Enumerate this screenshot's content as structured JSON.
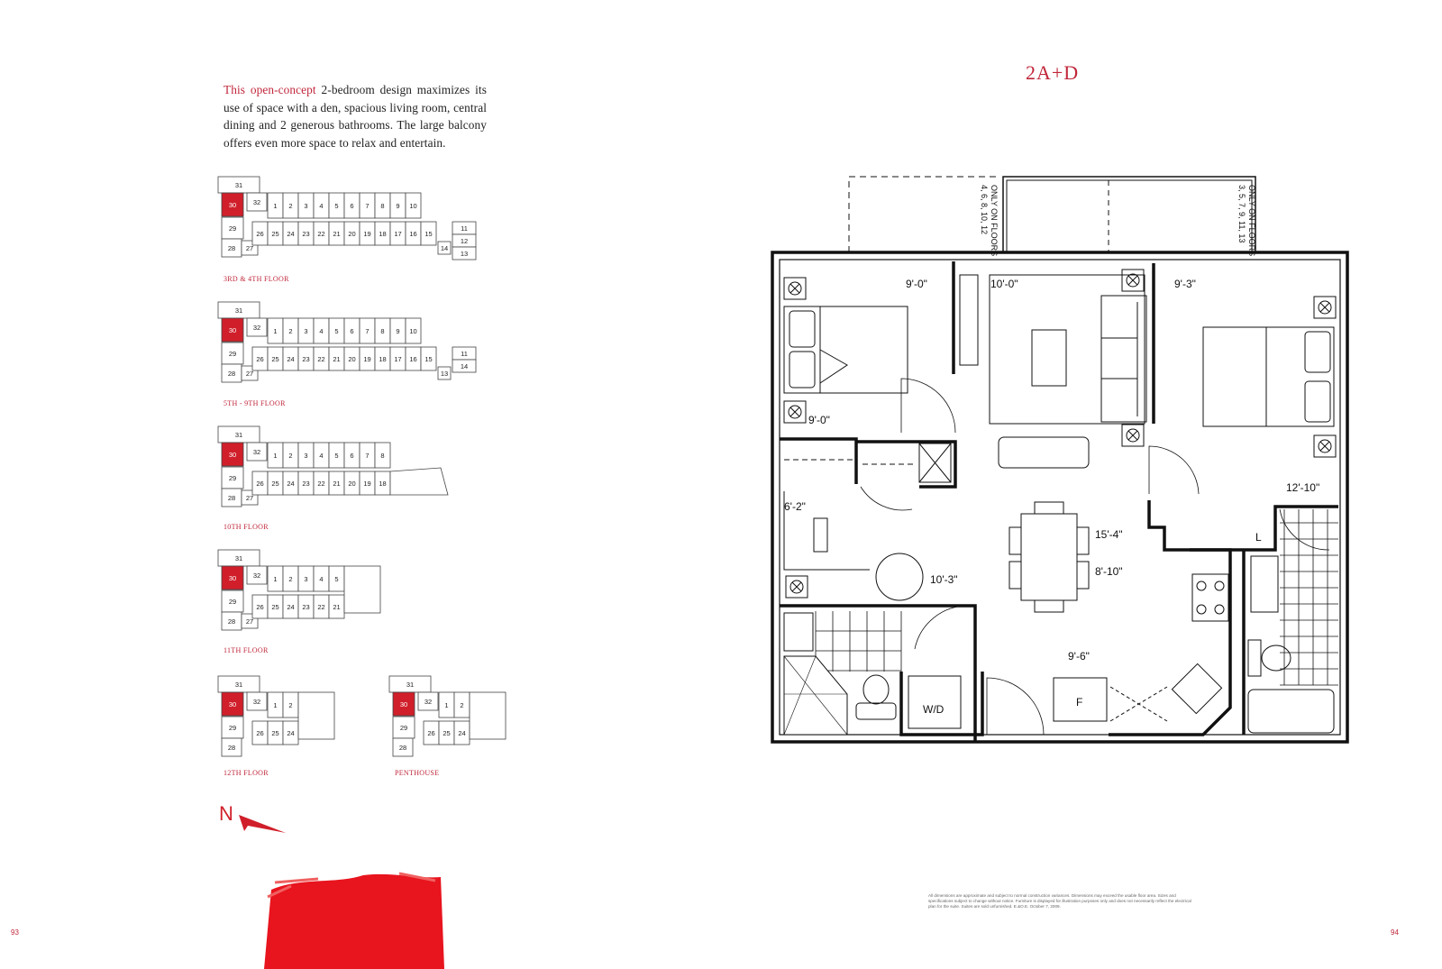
{
  "description": {
    "lead": "This open-concept",
    "body": " 2-bedroom design maximizes its use of space with a den, spacious living room, central dining and 2 generous bathrooms. The large balcony offers even more space to relax and entertain."
  },
  "suite_title": "2A+D",
  "highlighted_unit": "30",
  "accent_color": "#d01f2a",
  "key_plans": [
    {
      "label": "3RD & 4TH FLOOR",
      "top_units": [
        "1",
        "2",
        "3",
        "4",
        "5",
        "6",
        "7",
        "8",
        "9",
        "10"
      ],
      "bottom_units": [
        "26",
        "25",
        "24",
        "23",
        "22",
        "21",
        "20",
        "19",
        "18",
        "17",
        "16",
        "15"
      ],
      "tail_units": [
        "11",
        "12",
        "14",
        "13"
      ]
    },
    {
      "label": "5TH - 9TH FLOOR",
      "top_units": [
        "1",
        "2",
        "3",
        "4",
        "5",
        "6",
        "7",
        "8",
        "9",
        "10"
      ],
      "bottom_units": [
        "26",
        "25",
        "24",
        "23",
        "22",
        "21",
        "20",
        "19",
        "18",
        "17",
        "16",
        "15"
      ],
      "tail_units": [
        "11",
        "14",
        "13"
      ]
    },
    {
      "label": "10TH FLOOR",
      "top_units": [
        "1",
        "2",
        "3",
        "4",
        "5",
        "6",
        "7",
        "8"
      ],
      "bottom_units": [
        "26",
        "25",
        "24",
        "23",
        "22",
        "21",
        "20",
        "19",
        "18"
      ],
      "tail_units": []
    },
    {
      "label": "11TH FLOOR",
      "top_units": [
        "1",
        "2",
        "3",
        "4",
        "5"
      ],
      "bottom_units": [
        "26",
        "25",
        "24",
        "23",
        "22",
        "21"
      ],
      "tail_units": []
    },
    {
      "label": "12TH FLOOR",
      "top_units": [
        "1",
        "2"
      ],
      "bottom_units": [
        "26",
        "25",
        "24"
      ],
      "tail_units": []
    },
    {
      "label": "PENTHOUSE",
      "top_units": [
        "1",
        "2"
      ],
      "bottom_units": [
        "26",
        "25",
        "24"
      ],
      "tail_units": []
    }
  ],
  "core_units": {
    "u31": "31",
    "u30": "30",
    "u29": "29",
    "u28": "28",
    "u27": "27",
    "u32": "32"
  },
  "north_label": "N",
  "floor_plan": {
    "balcony_note_left": [
      "ONLY ON FLOORS",
      "4, 6, 8, 10, 12"
    ],
    "balcony_note_right": [
      "ONLY ON FLOORS",
      "3, 5, 7, 9, 11, 13"
    ],
    "dims": {
      "bed1_width": "9'-0\"",
      "living_width": "10'-0\"",
      "bed2_width": "9'-3\"",
      "bed1_depth": "9'-0\"",
      "den_width": "6'-2\"",
      "bed2_depth": "12'-10\"",
      "living_depth": "15'-4\"",
      "dining_depth": "8'-10\"",
      "den_depth": "10'-3\"",
      "kitchen_width": "9'-6\""
    },
    "labels": {
      "washer_dryer": "W/D",
      "fridge": "F",
      "linen": "L"
    }
  },
  "disclaimer": "All dimensions are approximate and subject to normal construction variances. Dimensions may exceed the usable floor area. Sizes and specifications subject to change without notice. Furniture is displayed for illustration purposes only and does not necessarily reflect the electrical plan for the suite. Suites are sold unfurnished. E.&O.E. October 7, 2009.",
  "page_numbers": {
    "left": "93",
    "right": "94"
  }
}
